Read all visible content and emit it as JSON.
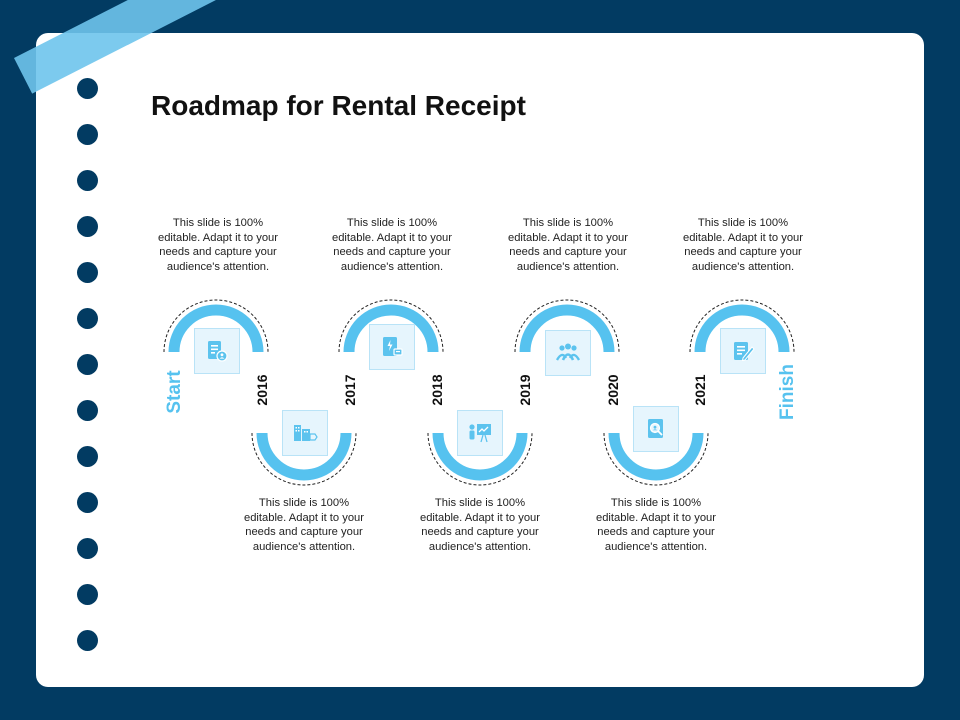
{
  "title": "Roadmap for Rental Receipt",
  "start_label": "Start",
  "finish_label": "Finish",
  "colors": {
    "background": "#023b62",
    "card": "#ffffff",
    "accent": "#56c2ef",
    "tape": "#6ec4ec",
    "icon": "#5cc3ee"
  },
  "milestones": [
    {
      "year": "2016",
      "description": "This slide is 100% editable. Adapt it to your needs and capture your audience's attention.",
      "icon": "document-user-icon"
    },
    {
      "year": "2017",
      "description": "This slide is 100% editable. Adapt it to your needs and capture your audience's attention.",
      "icon": "building-tag-icon"
    },
    {
      "year": "2018",
      "description": "This slide is 100% editable. Adapt it to your needs and capture your audience's attention.",
      "icon": "power-document-icon"
    },
    {
      "year": "2019",
      "description": "This slide is 100% editable. Adapt it to your needs and capture your audience's attention.",
      "icon": "presentation-board-icon"
    },
    {
      "year": "2020",
      "description": "This slide is 100% editable. Adapt it to your needs and capture your audience's attention.",
      "icon": "team-group-icon"
    },
    {
      "year": "2021",
      "description": "This slide is 100% editable. Adapt it to your needs and capture your audience's attention.",
      "icon": "search-document-icon"
    },
    {
      "year": "",
      "description": "This slide is 100% editable. Adapt it to your needs and capture your audience's attention.",
      "icon": "signed-contract-icon"
    }
  ]
}
